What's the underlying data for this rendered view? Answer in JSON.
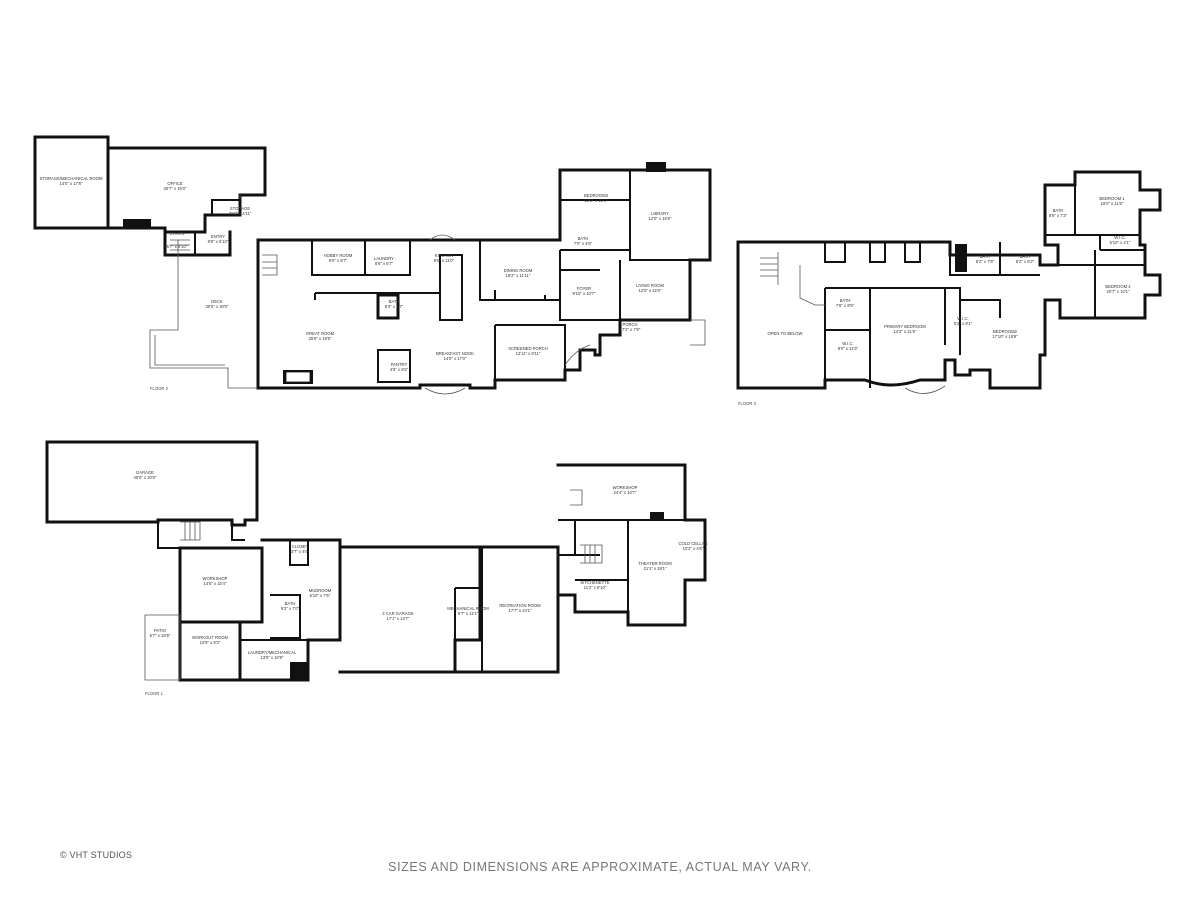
{
  "floors": {
    "floor2": {
      "label": "FLOOR 2",
      "rooms": {
        "storage": [
          "STORAGE/MECHANICAL ROOM",
          "14'0\" x 17'8\""
        ],
        "office": [
          "OFFICE",
          "30'7\" x 15'0\""
        ],
        "storage2": [
          "STORAGE",
          "7'10\" x 4'11\""
        ],
        "entry": [
          "ENTRY",
          "9'9\" x 6'10\""
        ],
        "stairs": [
          "STAIRS",
          "5'7\" x 4'10\""
        ],
        "deck": [
          "DECK",
          "30'5\" x 30'0\""
        ],
        "hobby": [
          "HOBBY ROOM",
          "9'0\" x 8'7\""
        ],
        "laundry": [
          "LAUNDRY",
          "6'6\" x 6'7\""
        ],
        "kitchen": [
          "KITCHEN",
          "9'0\" x 11'0\""
        ],
        "dining": [
          "DINING ROOM",
          "18'2\" x 11'11\""
        ],
        "bedroom3": [
          "BEDROOM3",
          "13'5\" x 10'6\""
        ],
        "library": [
          "LIBRARY",
          "12'0\" x 16'8\""
        ],
        "bath_b3": [
          "BATH",
          "7'0\" x 4'6\""
        ],
        "foyer": [
          "FOYER",
          "9'10\" x 10'7\""
        ],
        "living": [
          "LIVING ROOM",
          "12'0\" x 12'0\""
        ],
        "bath2": [
          "BATH",
          "5'3\" x 4'7\""
        ],
        "great": [
          "GREAT ROOM",
          "25'6\" x 18'6\""
        ],
        "breakfast": [
          "BREAKFAST NOOK",
          "14'0\" x 17'0\""
        ],
        "pantry": [
          "PANTRY",
          "4'8\" x 6'5\""
        ],
        "screened": [
          "SCREENED PORCH",
          "12'11\" x 9'11\""
        ],
        "porch": [
          "PORCH",
          "17'2\" x 7'9\""
        ]
      }
    },
    "floor3": {
      "label": "FLOOR 3",
      "rooms": {
        "open": [
          "OPEN TO BELOW",
          ""
        ],
        "bath_m": [
          "BATH",
          "7'6\" x 9'5\""
        ],
        "wic_m": [
          "W.I.C.",
          "8'0\" x 11'5\""
        ],
        "primary": [
          "PRIMARY BEDROOM",
          "14'3\" x 21'6\""
        ],
        "bedroom2": [
          "BEDROOM2",
          "17'10\" x 19'8\""
        ],
        "wic2": [
          "W.I.C.",
          "5'2\" x 9'1\""
        ],
        "bath3": [
          "BATH",
          "8'2\" x 7'5\""
        ],
        "bath4": [
          "BATH",
          "8'2\" x 6'2\""
        ],
        "bedroom1": [
          "BEDROOM 1",
          "16'0\" x 11'5\""
        ],
        "wic1": [
          "W.I.C.",
          "5'10\" x 4'1\""
        ],
        "bedroom4": [
          "BEDROOM 4",
          "20'7\" x 10'1\""
        ],
        "bath5": [
          "BATH",
          "8'6\" x 7'2\""
        ]
      }
    },
    "floor1": {
      "label": "FLOOR 1",
      "rooms": {
        "garage": [
          "GARAGE",
          "40'0\" x 20'0\""
        ],
        "workshop1": [
          "WORKSHOP",
          "14'6\" x 15'4\""
        ],
        "closet": [
          "CLOSET",
          "3'7\" x 4'6\""
        ],
        "mudroom": [
          "MUDROOM",
          "6'10\" x 7'5\""
        ],
        "bath_f1": [
          "BATH",
          "5'2\" x 7'0\""
        ],
        "patio": [
          "PATIO",
          "6'7\" x 18'9\""
        ],
        "workout": [
          "WORKOUT ROOM",
          "10'9\" x 8'3\""
        ],
        "laundry_mech": [
          "LAUNDRY/MECHANICAL",
          "13'9\" x 10'9\""
        ],
        "car_garage": [
          "3 CAR GARAGE",
          "17'1\" x 14'7\""
        ],
        "mechanical": [
          "MECHANICAL ROOM",
          "6'7\" x 11'1\""
        ],
        "recreation": [
          "RECREATION ROOM",
          "17'7\" x 24'1\""
        ],
        "workshop2": [
          "WORKSHOP",
          "24'4\" x 10'7\""
        ],
        "kitchenette": [
          "KITCHENETTE",
          "11'2\" x 8'10\""
        ],
        "theater": [
          "THEATER ROOM",
          "21'1\" x 18'1\""
        ],
        "cold_cellar": [
          "COLD CELLAR",
          "10'2\" x 4'6\""
        ]
      }
    }
  },
  "copyright": "© VHT STUDIOS",
  "disclaimer": "SIZES AND DIMENSIONS ARE APPROXIMATE, ACTUAL MAY VARY.",
  "colors": {
    "wall": "#111111",
    "background": "#ffffff",
    "text": "#333333"
  }
}
